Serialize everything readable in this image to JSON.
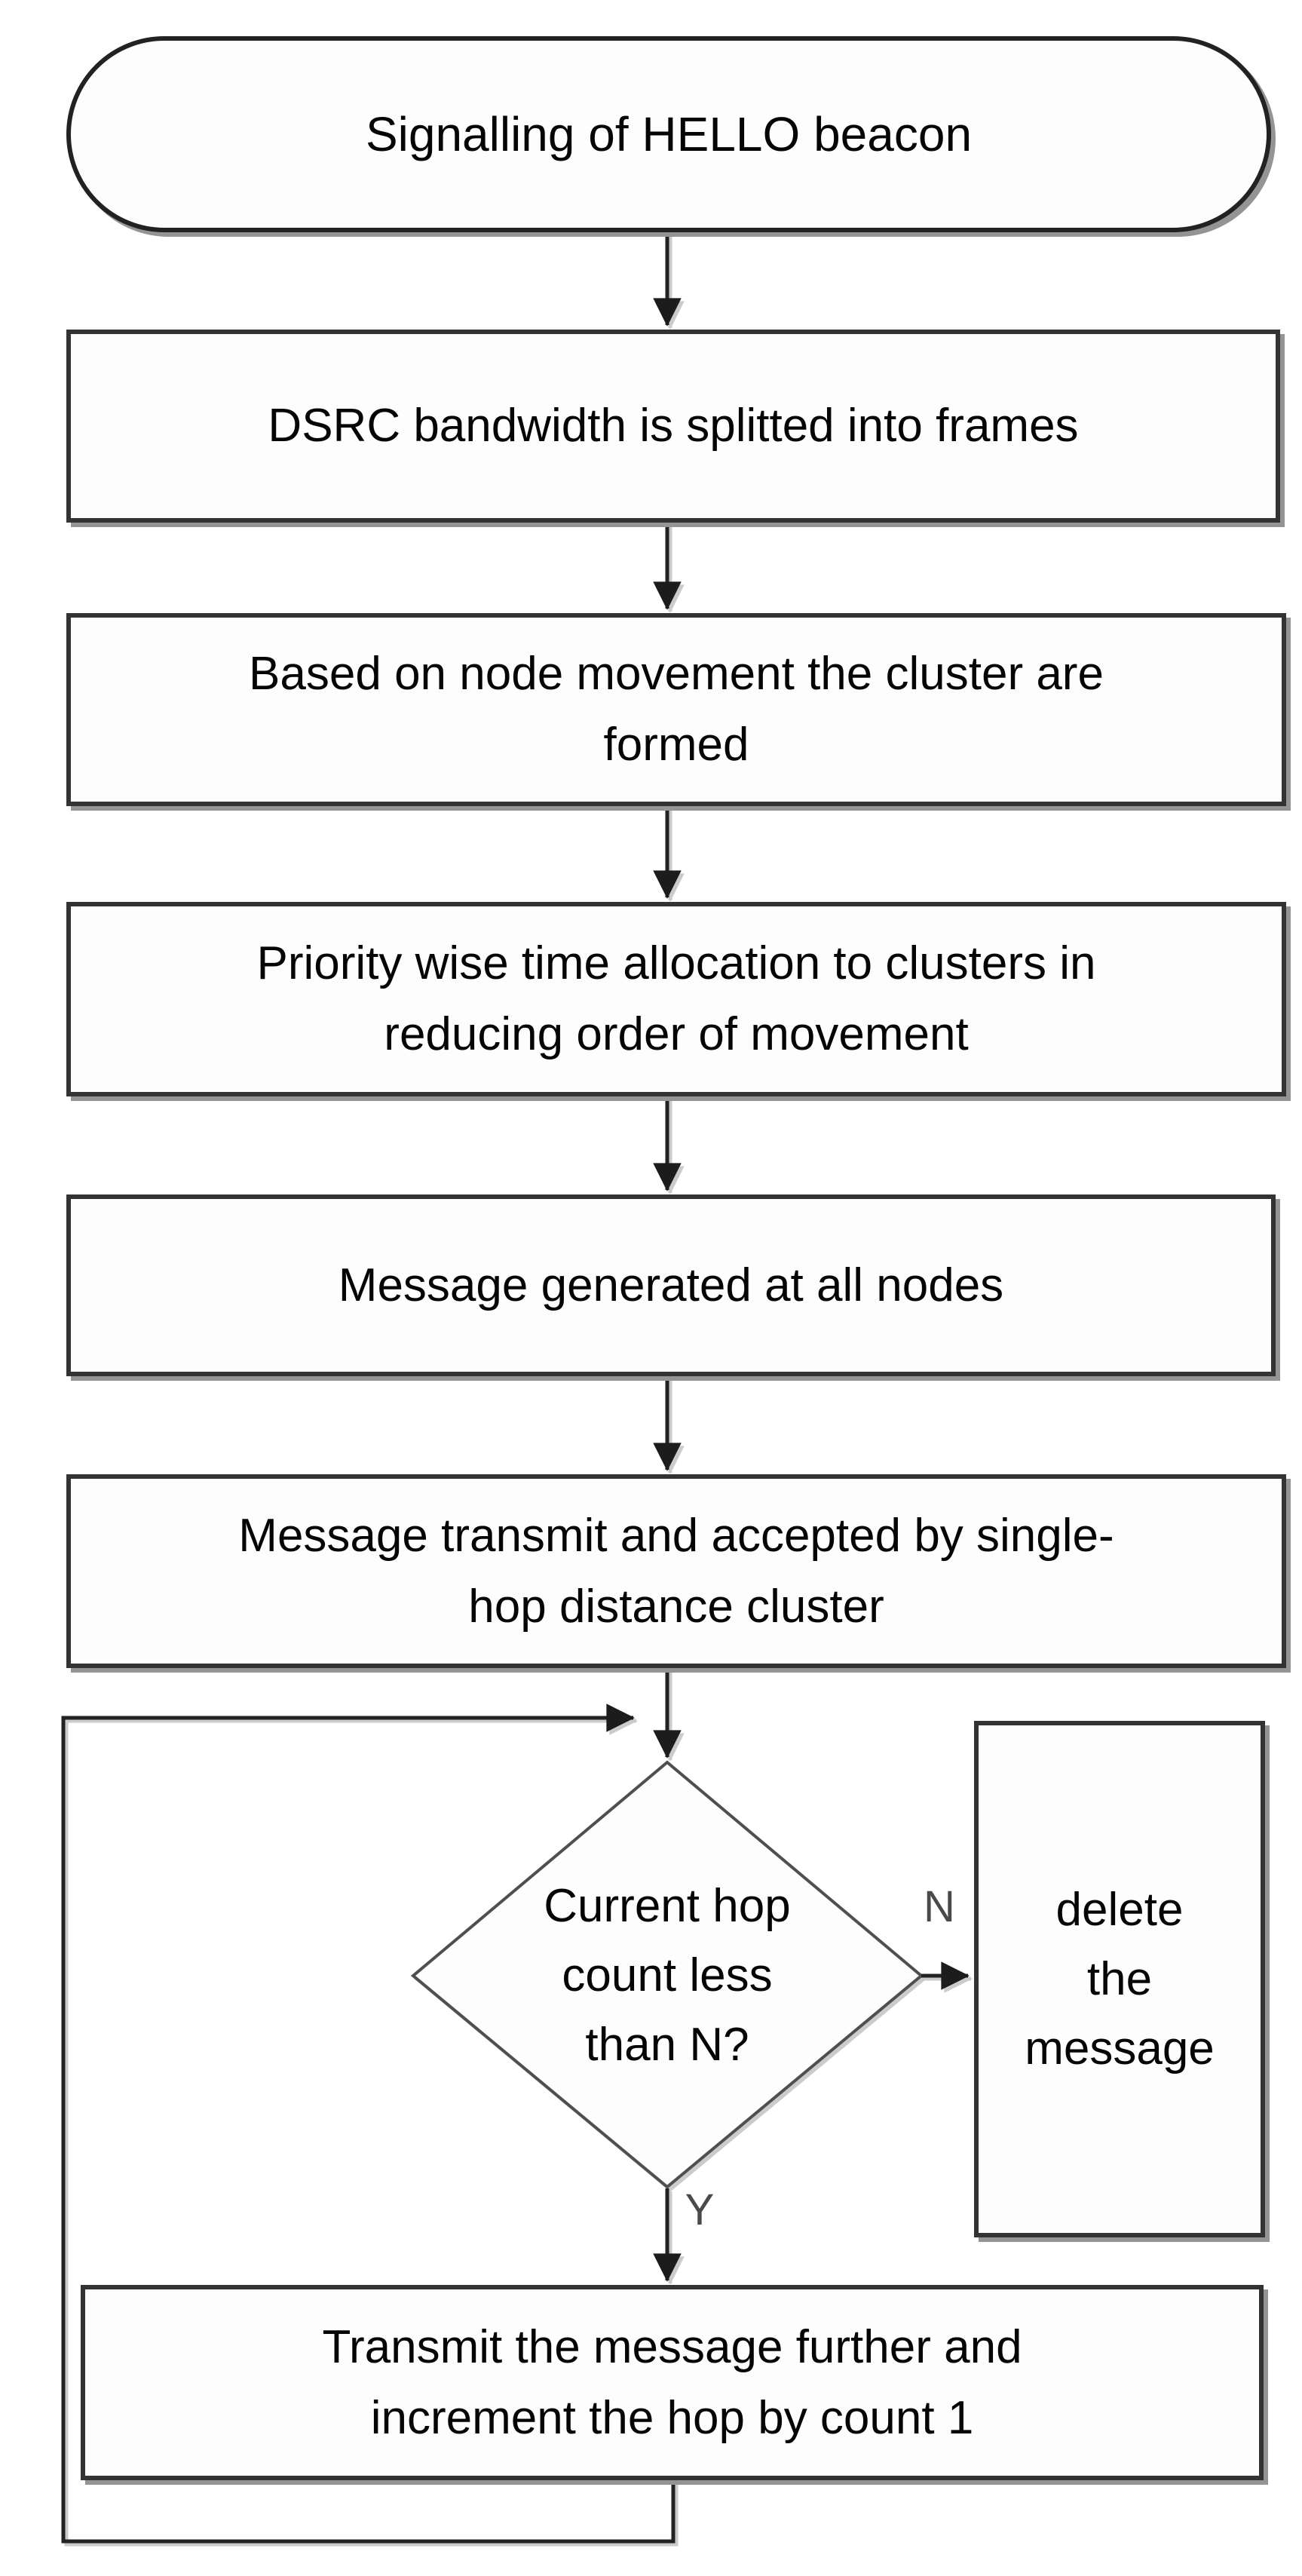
{
  "flowchart": {
    "colors": {
      "background": "#ffffff",
      "box_border": "#333333",
      "box_shadow": "#949494",
      "connector": "#222222",
      "diamond_stroke": "#4f4f4f",
      "text": "#050505",
      "edge_label_text": "#4a4a4a"
    },
    "nodes": {
      "start": {
        "shape": "terminator",
        "lines": [
          "Signalling of  HELLO beacon"
        ]
      },
      "split_bandwidth": {
        "shape": "process",
        "lines": [
          "DSRC bandwidth is splitted into frames"
        ]
      },
      "form_clusters": {
        "shape": "process",
        "lines": [
          "Based on node movement the cluster  are",
          "formed"
        ]
      },
      "priority_allocation": {
        "shape": "process",
        "lines": [
          "Priority wise time allocation to clusters in",
          "reducing order of movement"
        ]
      },
      "generate_message": {
        "shape": "process",
        "lines": [
          "Message generated at all nodes"
        ]
      },
      "transmit_single_hop": {
        "shape": "process",
        "lines": [
          "Message transmit and accepted by single-",
          "hop distance cluster"
        ]
      },
      "hop_count_decision": {
        "shape": "decision",
        "lines": [
          "Current hop",
          "count less",
          "than N?"
        ]
      },
      "delete_message": {
        "shape": "process",
        "lines": [
          "delete",
          "the",
          "message"
        ]
      },
      "transmit_increment": {
        "shape": "process",
        "lines": [
          "Transmit the message further and",
          "increment the hop by count  1"
        ]
      }
    },
    "edge_labels": {
      "no_branch": "N",
      "yes_branch": "Y"
    },
    "edges": [
      {
        "from": "start",
        "to": "split_bandwidth"
      },
      {
        "from": "split_bandwidth",
        "to": "form_clusters"
      },
      {
        "from": "form_clusters",
        "to": "priority_allocation"
      },
      {
        "from": "priority_allocation",
        "to": "generate_message"
      },
      {
        "from": "generate_message",
        "to": "transmit_single_hop"
      },
      {
        "from": "transmit_single_hop",
        "to": "hop_count_decision"
      },
      {
        "from": "hop_count_decision",
        "to": "delete_message",
        "label": "N"
      },
      {
        "from": "hop_count_decision",
        "to": "transmit_increment",
        "label": "Y"
      },
      {
        "from": "transmit_increment",
        "to": "hop_count_decision",
        "label": "loop-back"
      }
    ]
  }
}
